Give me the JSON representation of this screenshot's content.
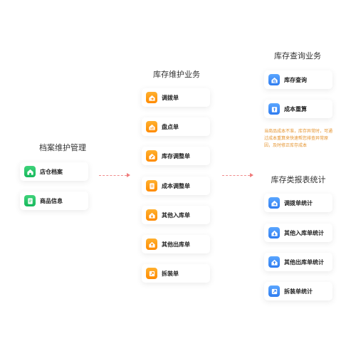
{
  "archive": {
    "title": "档案维护管理",
    "items": [
      {
        "label": "店仓档案",
        "icon": "store-icon"
      },
      {
        "label": "商品信息",
        "icon": "product-doc-icon"
      }
    ]
  },
  "inventory_maintenance": {
    "title": "库存维护业务",
    "items": [
      {
        "label": "调拨单",
        "icon": "transfer-order-icon"
      },
      {
        "label": "盘点单",
        "icon": "stocktake-icon"
      },
      {
        "label": "库存调整单",
        "icon": "inventory-adjust-icon"
      },
      {
        "label": "成本调整单",
        "icon": "cost-adjust-icon"
      },
      {
        "label": "其他入库单",
        "icon": "other-inbound-icon"
      },
      {
        "label": "其他出库单",
        "icon": "other-outbound-icon"
      },
      {
        "label": "拆装单",
        "icon": "assembly-icon"
      }
    ]
  },
  "inventory_query": {
    "title": "库存查询业务",
    "items": [
      {
        "label": "库存查询",
        "icon": "inventory-query-icon"
      },
      {
        "label": "成本重算",
        "icon": "cost-recalc-icon"
      }
    ],
    "note": "当商品成本不准，库存异常时，可通过成本重算来快速帮您排查异常原因，及时修正库存成本"
  },
  "inventory_reports": {
    "title": "库存类报表统计",
    "items": [
      {
        "label": "调拨单统计",
        "icon": "transfer-stats-icon"
      },
      {
        "label": "其他入库单统计",
        "icon": "inbound-stats-icon"
      },
      {
        "label": "其他出库单统计",
        "icon": "outbound-stats-icon"
      },
      {
        "label": "拆装单统计",
        "icon": "assembly-stats-icon"
      }
    ]
  },
  "colors": {
    "orange": "#ff9a14",
    "green": "#22c266",
    "blue": "#3d8af7",
    "arrow": "#f07b7b",
    "note_text": "#e5932d"
  }
}
